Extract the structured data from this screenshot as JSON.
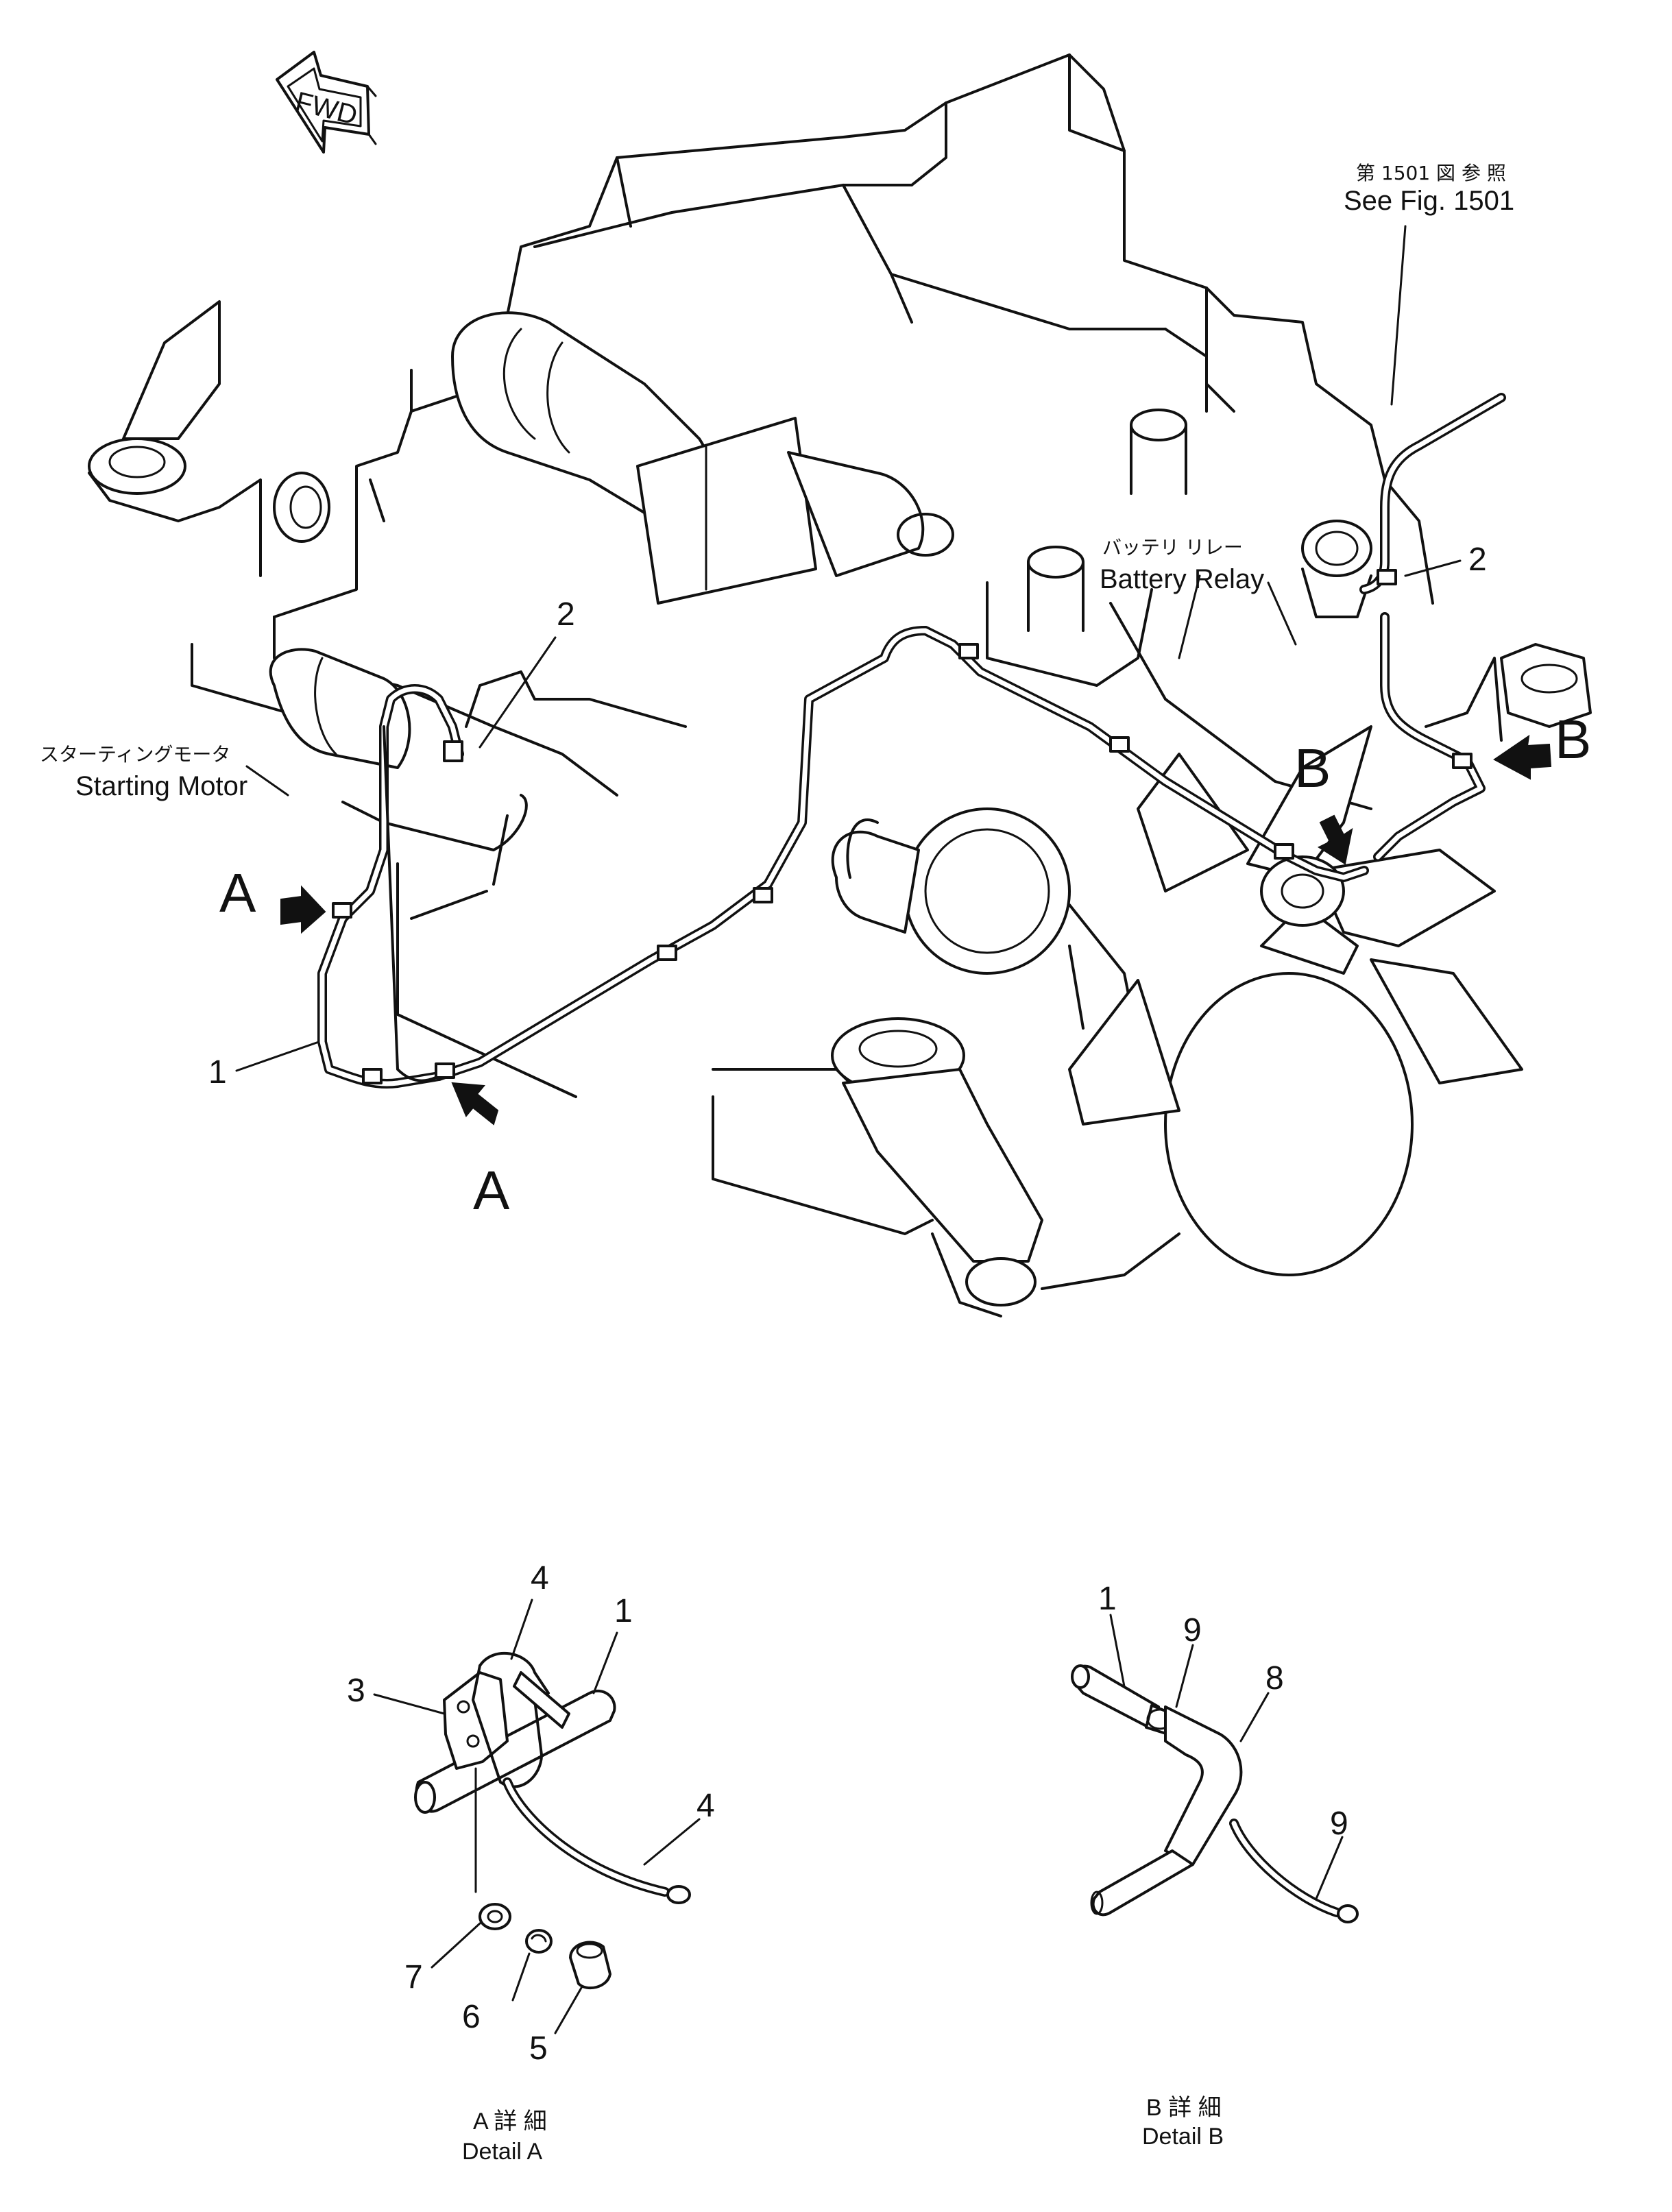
{
  "fwd_label": "FWD",
  "see_fig": {
    "jp": "第 1501 図 参 照",
    "en": "See Fig. 1501"
  },
  "battery_relay": {
    "jp": "バッテリ リレー",
    "en": "Battery Relay"
  },
  "starting_motor": {
    "jp": "スターティングモータ",
    "en": "Starting Motor"
  },
  "view_markers": {
    "a": "A",
    "b": "B"
  },
  "callouts": {
    "c1": "1",
    "c2": "2",
    "c3": "3",
    "c4": "4",
    "c5": "5",
    "c6": "6",
    "c7": "7",
    "c8": "8",
    "c9": "9"
  },
  "detail_a": {
    "jp": "A 詳 細",
    "en": "Detail A"
  },
  "detail_b": {
    "jp": "B 詳 細",
    "en": "Detail B"
  }
}
